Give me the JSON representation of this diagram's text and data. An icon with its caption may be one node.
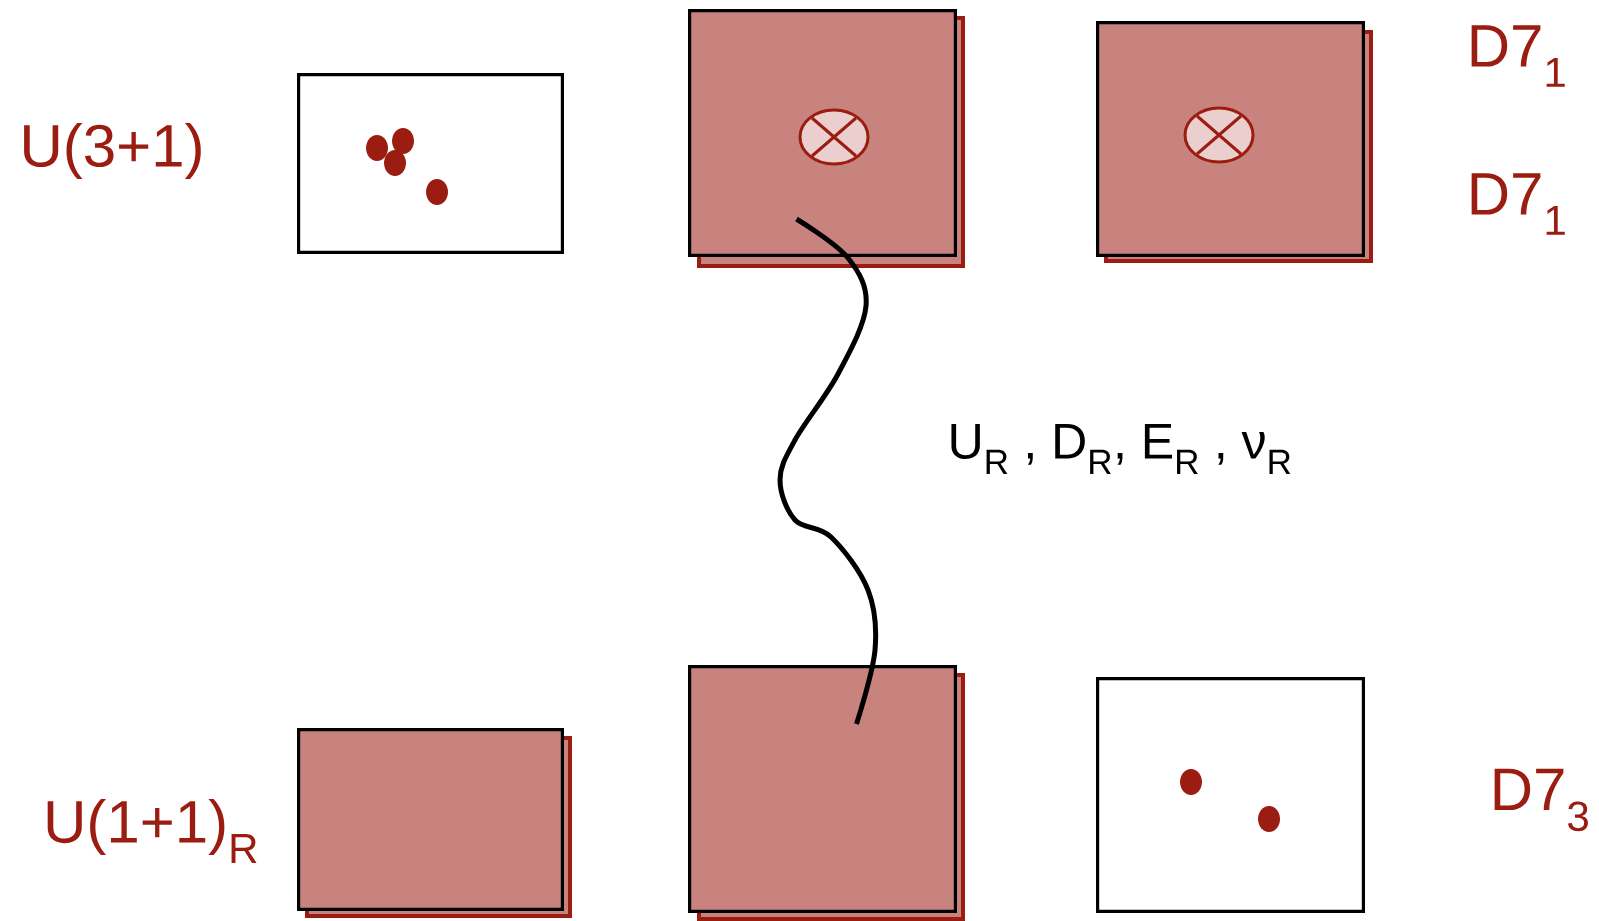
{
  "diagram": {
    "nodes": [
      {
        "text": [],
        "shape": "box",
        "beside": [
          "U(3+1)"
        ]
      },
      {
        "text": [],
        "shape": "box"
      },
      {
        "text": [],
        "shape": "box",
        "beside": [
          "D7$_{1}$",
          "D7$_{1}$"
        ]
      },
      {
        "text": [],
        "shape": "box",
        "beside": [
          "U(1+1)$_{R}$"
        ]
      },
      {
        "text": [],
        "shape": "box"
      },
      {
        "text": [],
        "shape": "box",
        "beside": [
          "D7$_{3}$"
        ]
      }
    ],
    "edges": [
      {
        "from": 1,
        "to": 4,
        "arrow": "none",
        "label": "U$_{R}$ , D$_{R}$, E$_{R}$ , ν$_{R}$"
      }
    ]
  }
}
